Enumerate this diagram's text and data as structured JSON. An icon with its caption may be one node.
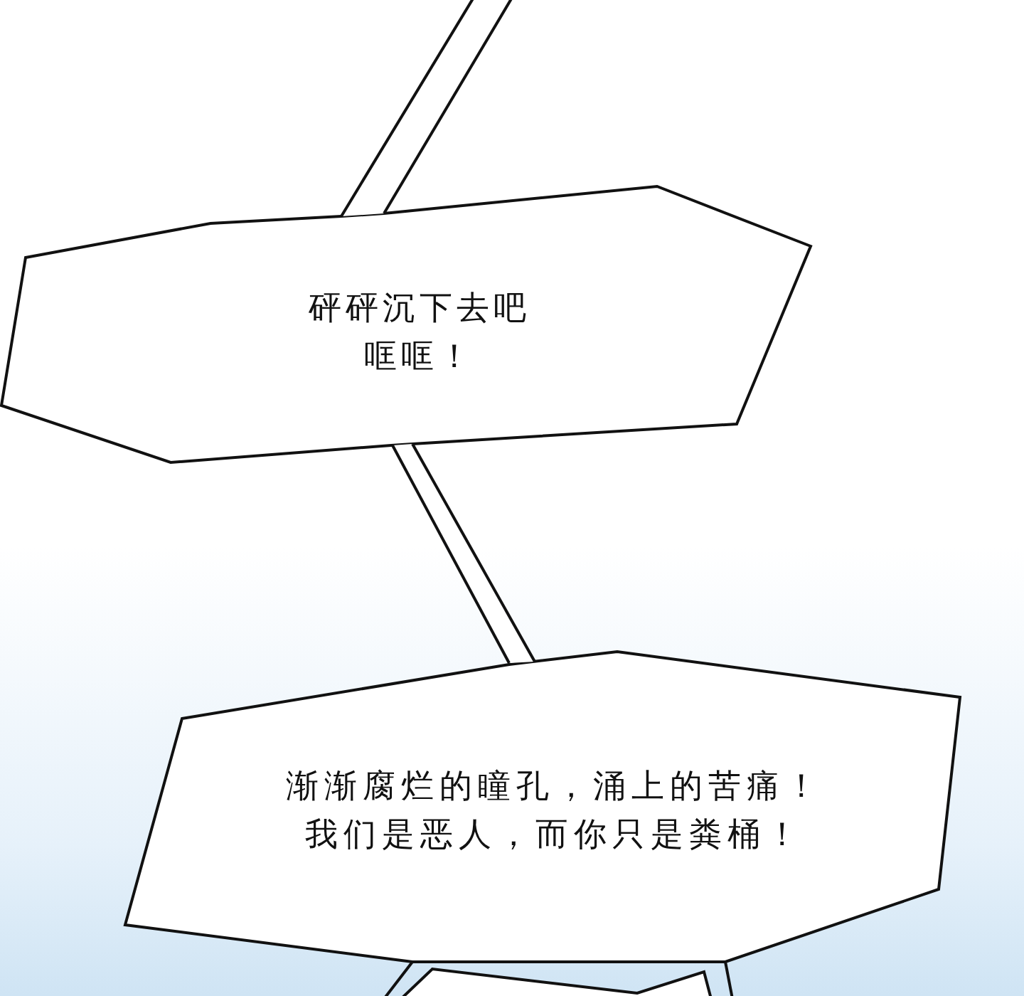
{
  "diagram": {
    "nodes": [
      {
        "text": [
          "砰砰沉下去吧哐哐！"
        ]
      },
      {
        "text": [
          "渐渐腐烂的瞳孔，涌上的苦痛！我们是恶人，而你只是粪桶！"
        ]
      },
      {
        "text": [],
        "shape": "box"
      }
    ]
  }
}
